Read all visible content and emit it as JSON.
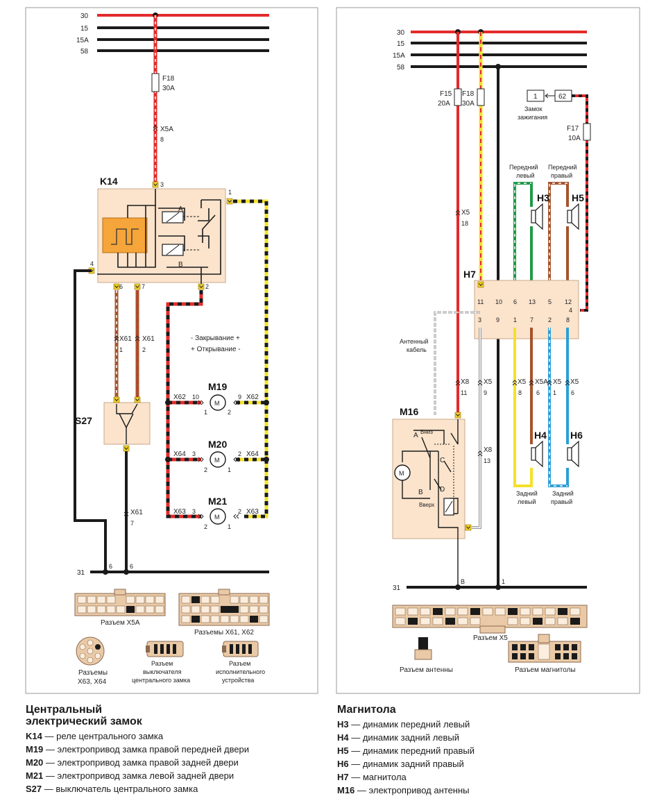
{
  "left": {
    "buses": [
      "30",
      "15",
      "15A",
      "58"
    ],
    "ground": "31",
    "fuse": {
      "name": "F18",
      "rating": "30A"
    },
    "relay": {
      "name": "K14",
      "pins": {
        "p1": "1",
        "p2": "2",
        "p3": "3",
        "p4": "4",
        "p6": "6",
        "p7": "7"
      },
      "contacts": {
        "a": "A",
        "b": "B"
      }
    },
    "switch": {
      "name": "S27"
    },
    "connectors": {
      "x5a": "X5A",
      "x5a_pin": "8",
      "x61": "X61",
      "x61_pin1": "1",
      "x61_pin2": "2",
      "x61_pin7": "7",
      "x62": "X62",
      "x64": "X64",
      "x63": "X63"
    },
    "legend": [
      "- Закрывание +",
      "+ Открывание -"
    ],
    "motors": [
      {
        "name": "M19",
        "lc": "X62",
        "lp": "10",
        "rc": "X62",
        "rp": "9",
        "b1": "1",
        "b2": "2"
      },
      {
        "name": "M20",
        "lc": "X64",
        "lp": "3",
        "rc": "X64",
        "rp": "2",
        "b1": "2",
        "b2": "1"
      },
      {
        "name": "M21",
        "lc": "X63",
        "lp": "3",
        "rc": "X63",
        "rp": "2",
        "b1": "2",
        "b2": "1"
      }
    ],
    "ground_pins": [
      "6",
      "6"
    ],
    "plugs": {
      "x5a": "Разъем X5A",
      "x61x62": "Разъемы  X61, X62",
      "x63x64": [
        "Разъемы",
        "X63, X64"
      ],
      "switch": [
        "Разъем",
        "выключателя",
        "центрального замка"
      ],
      "actuator": [
        "Разъем",
        "исполнительного",
        "устройства"
      ]
    }
  },
  "right": {
    "buses": [
      "30",
      "15",
      "15A",
      "58"
    ],
    "ground": "31",
    "fuses": [
      {
        "name": "F15",
        "rating": "20A"
      },
      {
        "name": "F18",
        "rating": "30A"
      },
      {
        "name": "F17",
        "rating": "10A"
      }
    ],
    "ignition": {
      "a": "1",
      "b": "62",
      "label": [
        "Замок",
        "зажигания"
      ]
    },
    "speakers": {
      "h3": {
        "name": "H3",
        "label": [
          "Передний",
          "левый"
        ]
      },
      "h5": {
        "name": "H5",
        "label": [
          "Передний",
          "правый"
        ]
      },
      "h4": {
        "name": "H4",
        "label": [
          "Задний",
          "левый"
        ]
      },
      "h6": {
        "name": "H6",
        "label": [
          "Задний",
          "правый"
        ]
      }
    },
    "radio": {
      "name": "H7",
      "top_pins": [
        "11",
        "10",
        "6",
        "13",
        "5",
        "12"
      ],
      "side_pin": "4",
      "bottom_pins": [
        "3",
        "9",
        "1",
        "7",
        "2",
        "8"
      ]
    },
    "antenna_cable": [
      "Антенный",
      "кабель"
    ],
    "motor": {
      "name": "M16",
      "down": "Вниз",
      "up": "Вверх",
      "a": "A",
      "b": "B",
      "c": "C",
      "d": "D"
    },
    "connectors": {
      "x5": "X5",
      "x5_18": "18",
      "x8": "X8",
      "x8_11": "11",
      "x8_13": "13",
      "x5_9": "9",
      "x5_8": "8",
      "x5a": "X5A",
      "x5a_6": "6",
      "x5_1": "1",
      "x5_6": "6"
    },
    "ground_pins": [
      "B",
      "1"
    ],
    "plugs": {
      "x5": "Разъем X5",
      "antenna": "Разъем антенны",
      "radio": "Разъем магнитолы"
    }
  },
  "captions": {
    "left_title": [
      "Центральный",
      "электрический замок"
    ],
    "left_items": [
      {
        "code": "K14",
        "text": " — реле центрального замка"
      },
      {
        "code": "M19",
        "text": " — электропривод замка правой передней двери"
      },
      {
        "code": "M20",
        "text": " — электропривод замка правой задней двери"
      },
      {
        "code": "M21",
        "text": " — электропривод замка левой задней двери"
      },
      {
        "code": "S27",
        "text": " — выключатель центрального замка"
      }
    ],
    "right_title": "Магнитола",
    "right_items": [
      {
        "code": "H3",
        "text": " — динамик передний левый"
      },
      {
        "code": "H4",
        "text": " — динамик задний левый"
      },
      {
        "code": "H5",
        "text": " — динамик передний правый"
      },
      {
        "code": "H6",
        "text": " — динамик задний правый"
      },
      {
        "code": "H7",
        "text": " — магнитола"
      },
      {
        "code": "M16",
        "text": " — электропривод антенны"
      }
    ]
  },
  "colors": {
    "red": "#e32b2b",
    "black": "#1a1a1a",
    "yellow": "#f4e12a",
    "green": "#1f9a48",
    "brown": "#a5532b",
    "blue": "#2a9fd6",
    "grey": "#9a9a9a",
    "box": "#fbe3cc",
    "orange": "#f5a53a",
    "panel": "#9a9a9a"
  }
}
